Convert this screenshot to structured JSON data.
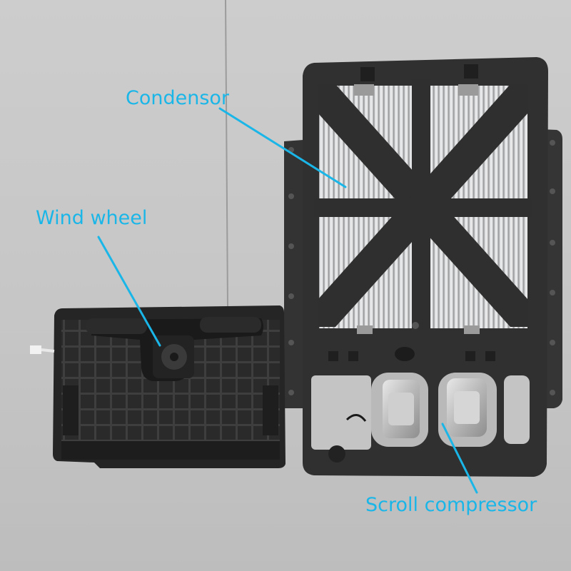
{
  "callouts": {
    "condensor": "Condensor",
    "wind_wheel": "Wind wheel",
    "scroll_compressor": "Scroll compressor"
  },
  "colors": {
    "annotation": "#1bb6e8",
    "wall": "#cbcbcb",
    "floor": "#bdbdbd",
    "plastic": "#2e2e2e",
    "fins": "#bcbcbc"
  }
}
